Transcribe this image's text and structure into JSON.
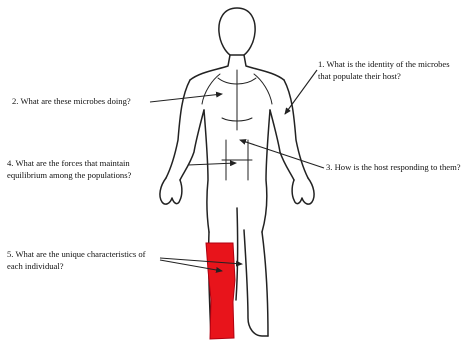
{
  "questions": [
    {
      "id": "q1",
      "lines": [
        "1. What is the identity of the microbes",
        "that populate their host?"
      ]
    },
    {
      "id": "q2",
      "lines": [
        "2. What are these microbes doing?"
      ]
    },
    {
      "id": "q3",
      "lines": [
        "3. How is the host responding to them?"
      ]
    },
    {
      "id": "q4",
      "lines": [
        "4. What are the forces that maintain",
        "equilibrium among the populations?"
      ]
    },
    {
      "id": "q5",
      "lines": [
        "5. What are the unique characteristics of",
        "each individual?"
      ]
    }
  ],
  "colors": {
    "outline": "#222222",
    "highlight_leg": "#e8141b",
    "text": "#111111",
    "background": "#ffffff"
  }
}
